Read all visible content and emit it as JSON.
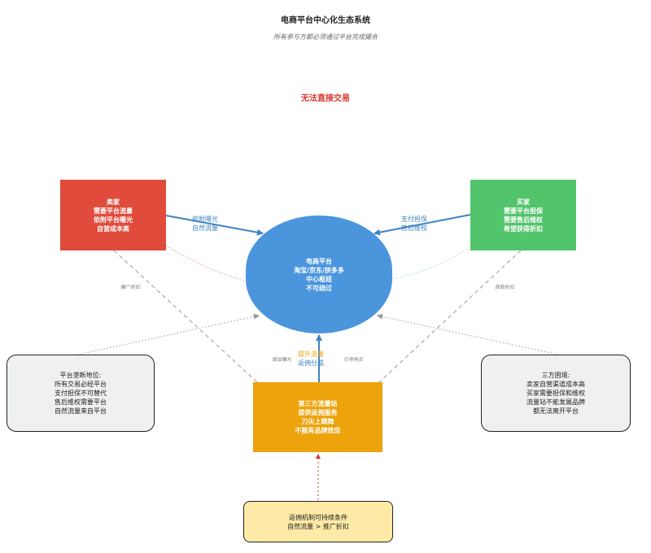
{
  "header": {
    "title": "电商平台中心化生态系统",
    "subtitle": "所有参与方都必须通过平台完成撮合"
  },
  "no_direct_label": "无法直接交易",
  "nodes": {
    "seller": [
      "卖家",
      "需要平台流量",
      "依附平台曝光",
      "自营成本高"
    ],
    "buyer": [
      "买家",
      "需要平台担保",
      "需要售后维权",
      "希望获得折扣"
    ],
    "platform": [
      "电商平台",
      "淘宝/京东/拼多多",
      "中心枢纽",
      "不可绕过"
    ],
    "traffic": [
      "第三方流量站",
      "提供返佣服务",
      "刀尖上跳舞",
      "不能有品牌效应"
    ],
    "note_left": [
      "平台垄断地位:",
      "所有交易必经平台",
      "支付担保不可替代",
      "售后维权需要平台",
      "自然流量来自平台"
    ],
    "note_right": [
      "三方困境:",
      "卖家自营渠道成本高",
      "买家需要担保和维权",
      "流量站不能发展品牌",
      "都无法离开平台"
    ],
    "condition": [
      "返佣机制可持续条件",
      "自然流量 > 推广折扣"
    ]
  },
  "edges": {
    "seller_platform": [
      "依附曝光",
      "自然流量"
    ],
    "buyer_platform": [
      "支付担保",
      "售后维权"
    ],
    "traffic_platform": [
      "提升流量",
      "返佣分成"
    ],
    "seller_traffic": "推广折扣",
    "buyer_traffic": "获取折扣",
    "left_to_platform": "增加曝光",
    "right_to_platform": "引导购买"
  },
  "colors": {
    "seller": "#e04b3c",
    "buyer": "#52c46b",
    "platform": "#4a95dc",
    "traffic": "#eda30c",
    "alert": "#d9362b"
  }
}
